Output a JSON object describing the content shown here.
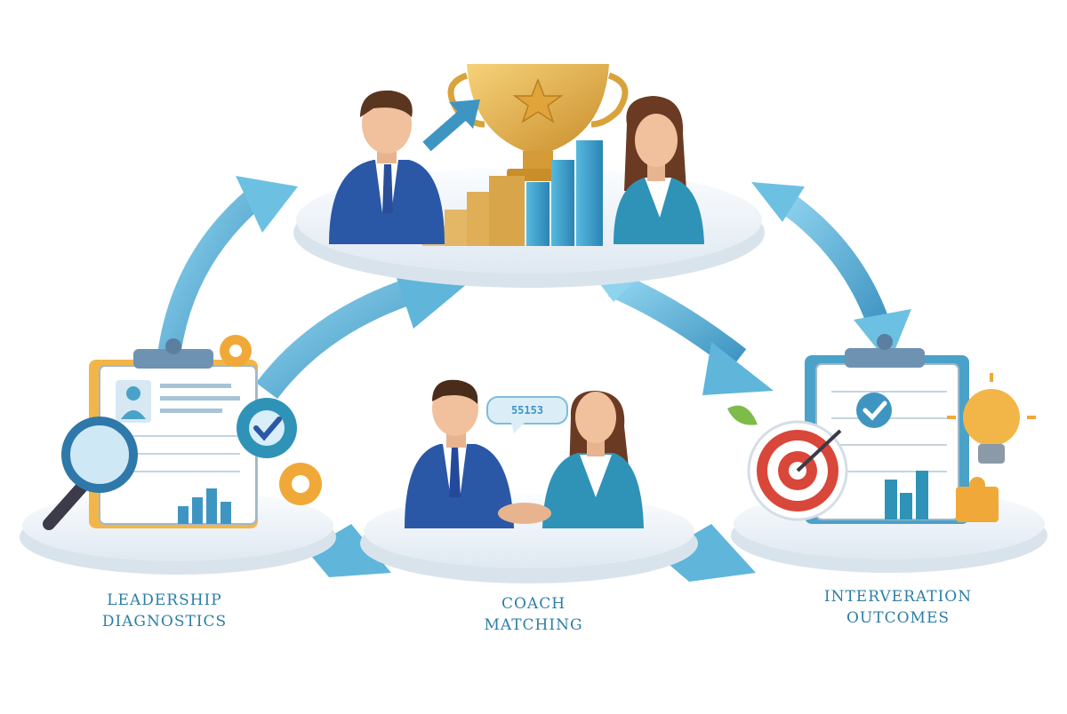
{
  "colors": {
    "arrow": "#5fb6da",
    "arrow_dark": "#3f95c2",
    "suit_navy": "#2a58a6",
    "suit_teal": "#2f93b7",
    "gold": "#e5b24a",
    "platform": "#eef3f8",
    "label": "#2c7ea6",
    "target_red": "#d9473a"
  },
  "stages": [
    {
      "name": "leadership-diagnostics",
      "lines": [
        "LEADERSHIP",
        "DIAGNOSTICS"
      ]
    },
    {
      "name": "coach-matching",
      "lines": [
        "COACH",
        "MATCHING"
      ]
    },
    {
      "name": "intervention-outcomes",
      "lines": [
        "INTERVERATION",
        "OUTCOMES"
      ]
    }
  ],
  "speech_bubble": "55153",
  "icons": [
    "trophy-icon",
    "bar-chart-icon",
    "magnifier-icon",
    "gear-icon",
    "checkmark-icon",
    "clipboard-icon",
    "target-icon",
    "lightbulb-icon",
    "puzzle-icon",
    "leaf-icon",
    "handshake-icon"
  ]
}
